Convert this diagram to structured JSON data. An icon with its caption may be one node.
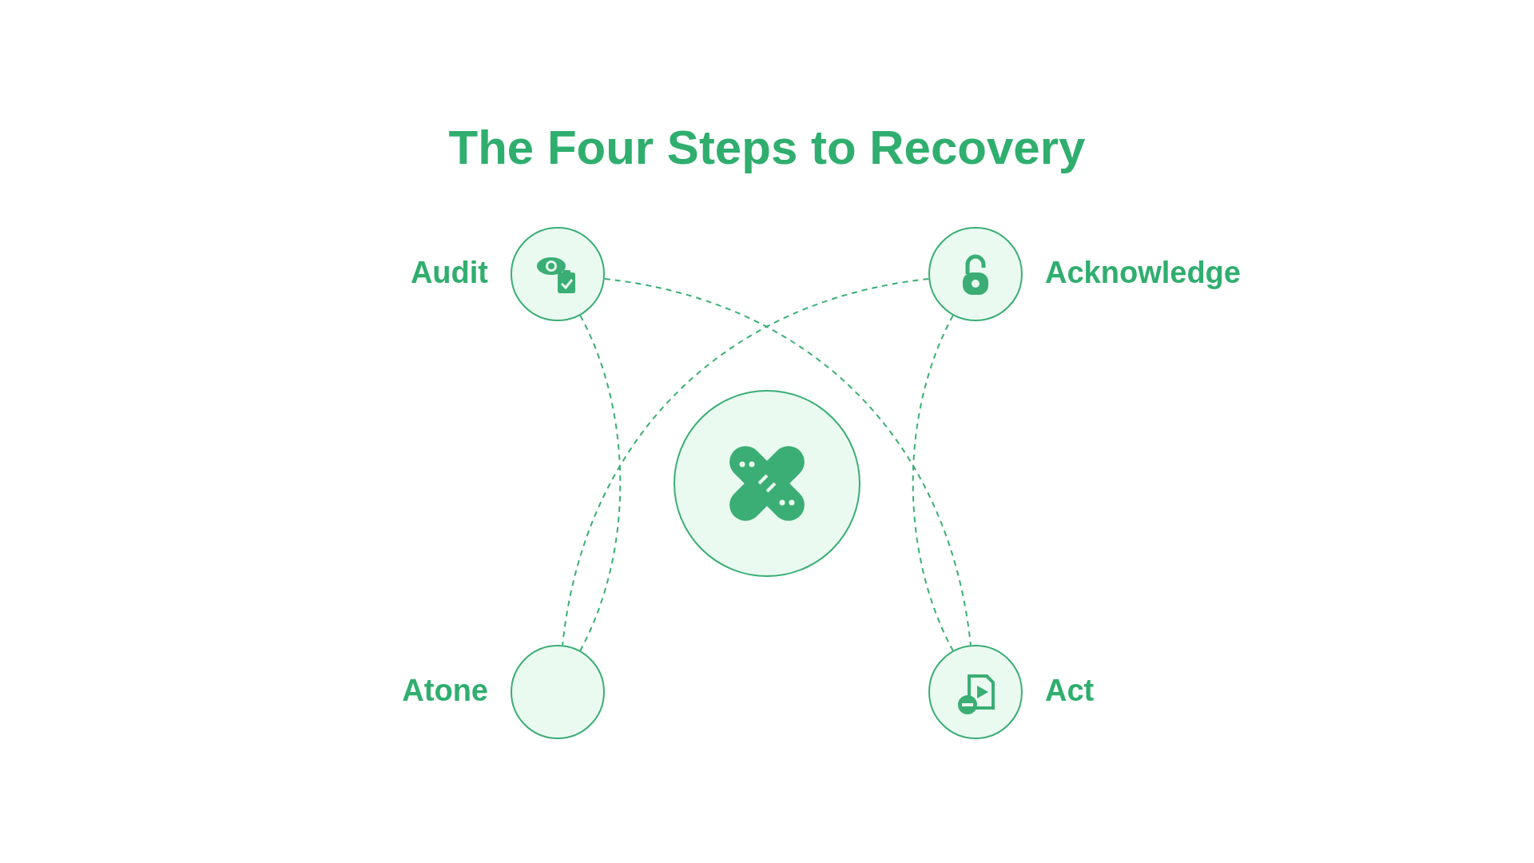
{
  "diagram": {
    "title": "The Four Steps to Recovery",
    "nodes": [
      {
        "text": [
          "Audit"
        ]
      },
      {
        "text": [
          "Acknowledge"
        ]
      },
      {
        "text": [],
        "shape": "circle"
      },
      {
        "text": [
          "Atone"
        ]
      },
      {
        "text": [
          "Act"
        ]
      }
    ],
    "edges": [
      {
        "from": 0,
        "to": 4,
        "arrow": "none",
        "style": "dashed"
      },
      {
        "from": 0,
        "to": 3,
        "arrow": "none",
        "style": "dashed"
      },
      {
        "from": 1,
        "to": 3,
        "arrow": "none",
        "style": "dashed"
      },
      {
        "from": 1,
        "to": 4,
        "arrow": "none",
        "style": "dashed"
      }
    ]
  }
}
